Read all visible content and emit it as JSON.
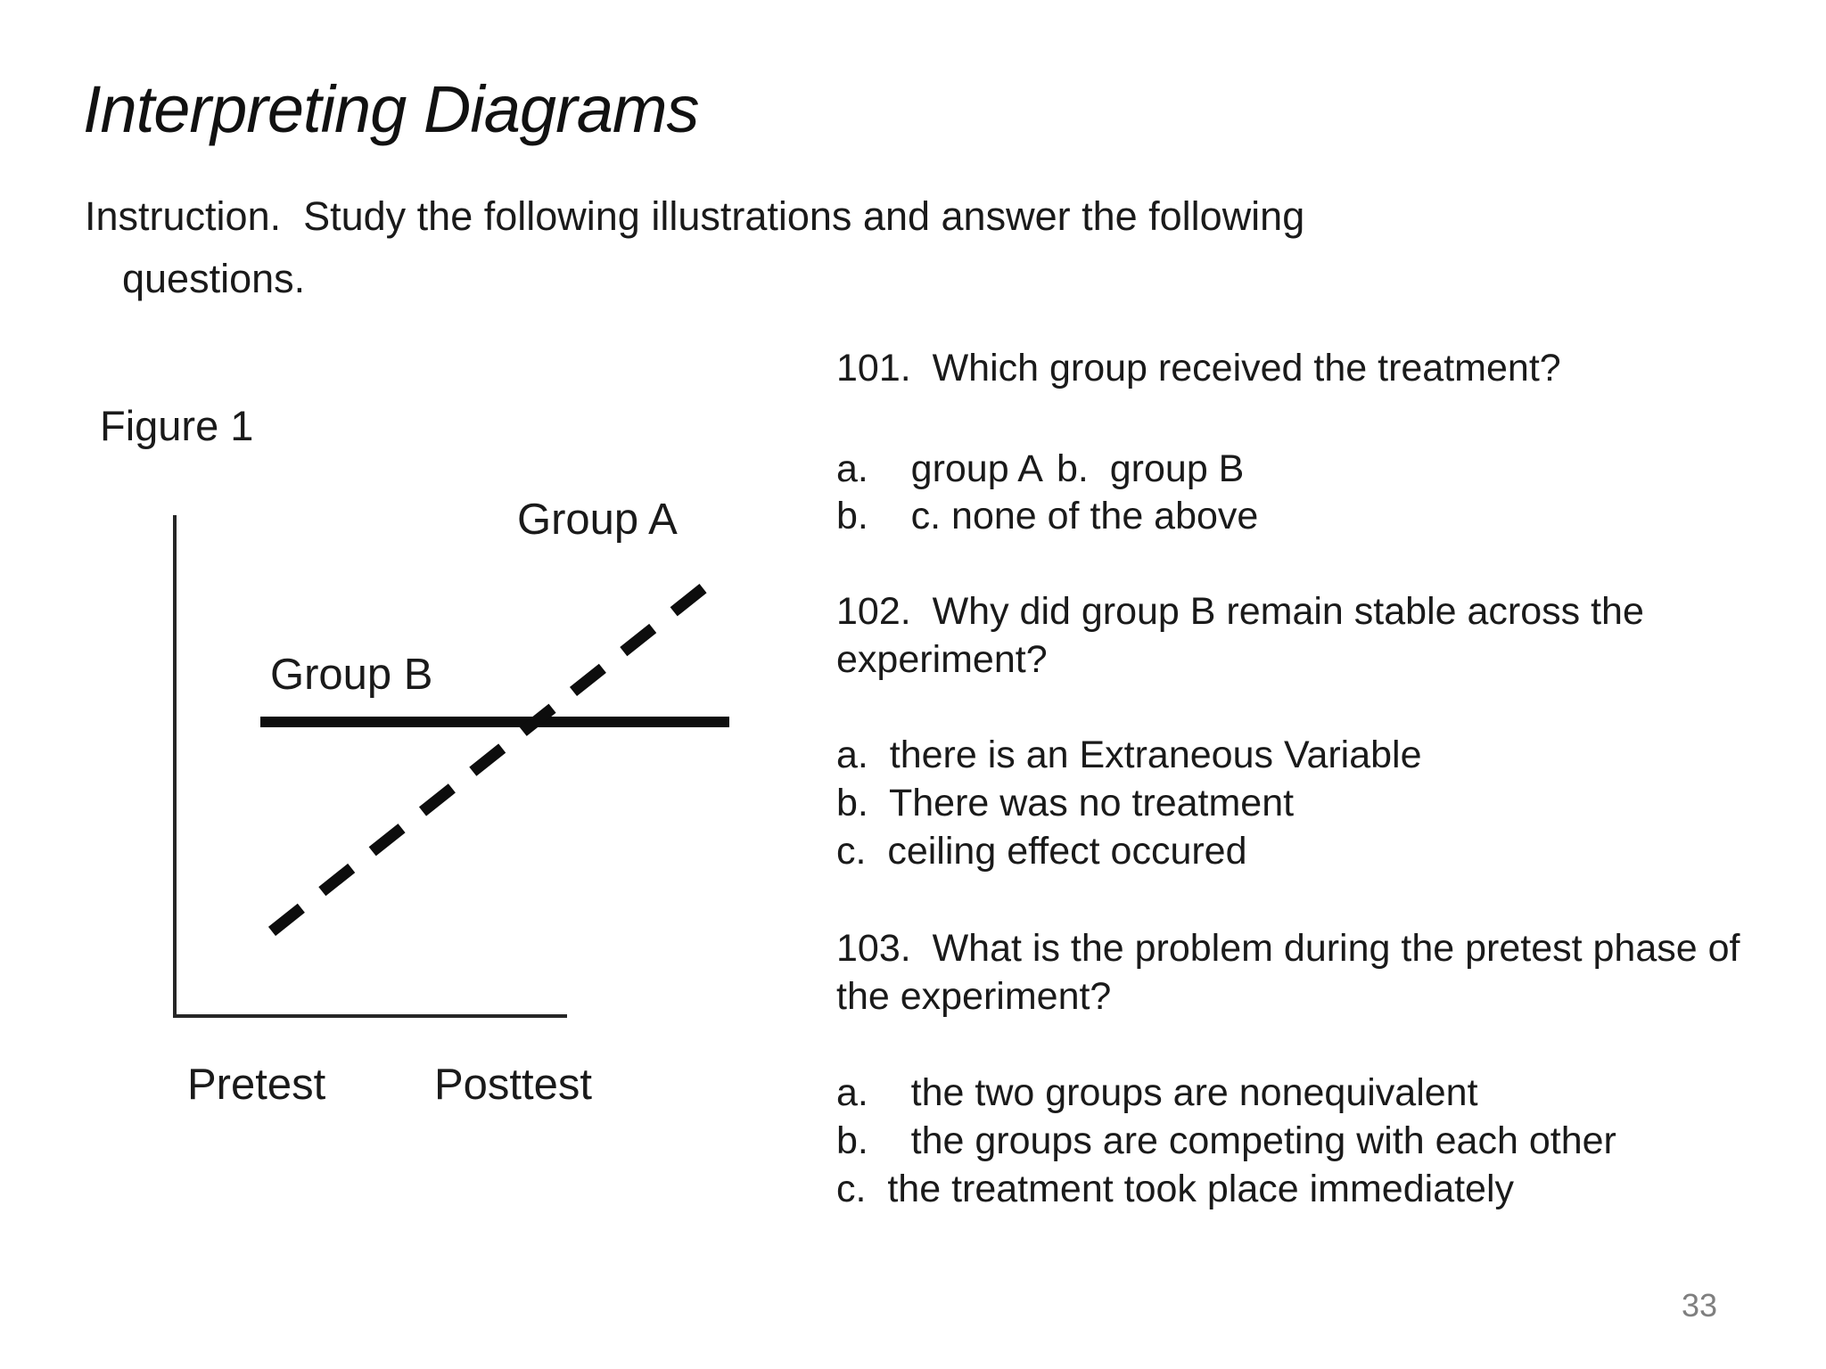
{
  "slide": {
    "title": "Interpreting Diagrams",
    "page_number": "33"
  },
  "instruction": {
    "lines": [
      "Instruction.  Study the following illustrations and answer the following",
      "questions."
    ]
  },
  "figure": {
    "caption": "Figure 1",
    "series_a_label": "Group A",
    "series_b_label": "Group B",
    "x_left_label": "Pretest",
    "x_right_label": "Posttest"
  },
  "questions": {
    "q101_text": "101.  Which group received the treatment?",
    "q101_option_a": "a.    group A",
    "q101_option_b": "b.  group B",
    "q101_option_c": "b.    c. none of the above",
    "q102_lines": [
      "102.  Why did group B remain stable across the",
      "experiment?"
    ],
    "q102_option_a": "a.  there is an Extraneous Variable",
    "q102_option_b": "b.  There was no treatment",
    "q102_option_c": "c.  ceiling effect occured",
    "q103_lines": [
      "103.  What is the problem during the pretest phase of",
      "the experiment?"
    ],
    "q103_option_a": "a.    the two groups are nonequivalent",
    "q103_option_b": "b.    the groups are competing with each other",
    "q103_option_c": "c.  the treatment took place immediately"
  },
  "chart_data": {
    "type": "line",
    "title": "Figure 1",
    "x": [
      "Pretest",
      "Posttest"
    ],
    "series": [
      {
        "name": "Group A",
        "line_style": "dashed",
        "values": [
          2,
          8
        ]
      },
      {
        "name": "Group B",
        "line_style": "solid",
        "values": [
          5,
          5
        ]
      }
    ],
    "xlabel": "",
    "ylabel": "",
    "legend_position": "labels next to lines",
    "notes": "No numeric scale shown; Group A rises from below Group B at pretest to above it at posttest, crossing Group B's flat line; axes are bare lines without ticks."
  },
  "colors": {
    "background": "#ffffff",
    "text": "#1a1a1a",
    "line": "#0d0d0d",
    "axis": "#262626",
    "page_number": "#7f7f7f"
  }
}
